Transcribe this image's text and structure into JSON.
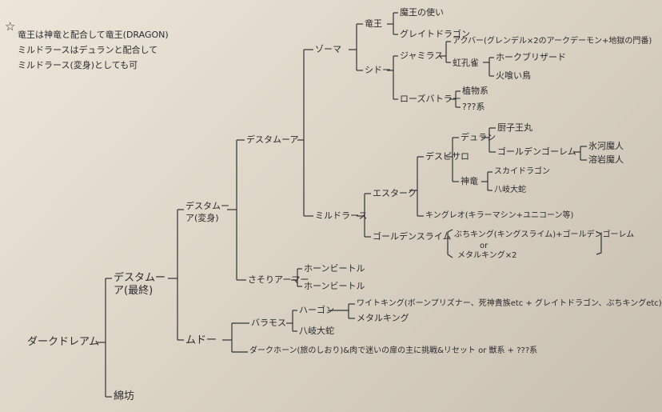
{
  "note": {
    "star": "☆",
    "line1": "竜王は神竜と配合して竜王(DRAGON)",
    "line2": "ミルドラースはデュランと配合して",
    "line3": "ミルドラース(変身)としても可"
  },
  "tree": {
    "root": "ダークドレアム",
    "root_a": "デスタムーア(最終)",
    "root_b": "綿坊",
    "dt_henshin": "デスタムーア(変身)",
    "mudo": "ムドー",
    "desutamua": "デスタムーア",
    "sasoriamaa": "さそりアーマー",
    "hone_1": "ホーンビートル",
    "hone_2": "ホーンビートル",
    "zoma": "ゾーマ",
    "mildras": "ミルドラース",
    "ryuo": "竜王",
    "maou_tsukai": "魔王の使い",
    "great_dragon": "グレイトドラゴン",
    "shido": "シドー",
    "jamirasu": "ジャミラス",
    "akuba": "アクバー(グレンデル×2のアークデーモン+地獄の門番)",
    "nijikujaku": "虹孔雀",
    "hawk_blizzard": "ホークブリザード",
    "hikui_dori": "火喰い鳥",
    "roseba": "ローズバトラー",
    "shokubutsu": "植物系",
    "hatena": "???系",
    "esterk": "エスターク",
    "desupisaro": "デスピサロ",
    "duran": "デュラン",
    "goshi_oumaru": "厨子王丸",
    "golden_golem": "ゴールデンゴーレム",
    "hyoga_majin": "氷河魔人",
    "yogan_majin": "溶岩魔人",
    "shinryu": "神竜",
    "sky_dragon": "スカイドラゴン",
    "yamata_a": "八岐大蛇",
    "kingreo": "キングレオ(キラーマシン+ユニコーン等)",
    "golden_slime": "ゴールデンスライム",
    "gs_line1": "ぶちキング(キングスライム)+ゴールデンゴーレム",
    "gs_or": "or",
    "gs_line2": "メタルキング×2",
    "baramos": "バラモス",
    "hargon": "ハーゴン",
    "wight_king": "ワイトキング(ボーンプリズナー、死神貴族etc + グレイトドラゴン、ぶちキングetc)",
    "metal_king": "メタルキング",
    "yamata_b": "八岐大蛇",
    "dark_horn": "ダークホーン(旅のしおり)&肉で迷いの扉の主に挑戦&リセット or 獣系 + ???系"
  }
}
